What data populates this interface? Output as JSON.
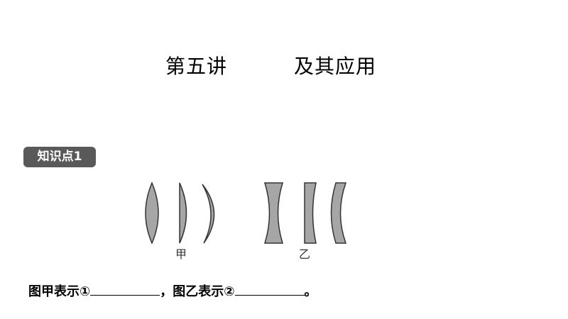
{
  "header": {
    "title_left": "第五讲",
    "title_right": "及其应用"
  },
  "section": {
    "tag_label": "知识点1"
  },
  "figure": {
    "label_jia": "甲",
    "label_yi": "乙",
    "lens_fill_color": "#a6a6a6",
    "lens_stroke_color": "#333333"
  },
  "question": {
    "part1": "图甲表示①",
    "part2": "，图乙表示②",
    "part3": "。"
  }
}
